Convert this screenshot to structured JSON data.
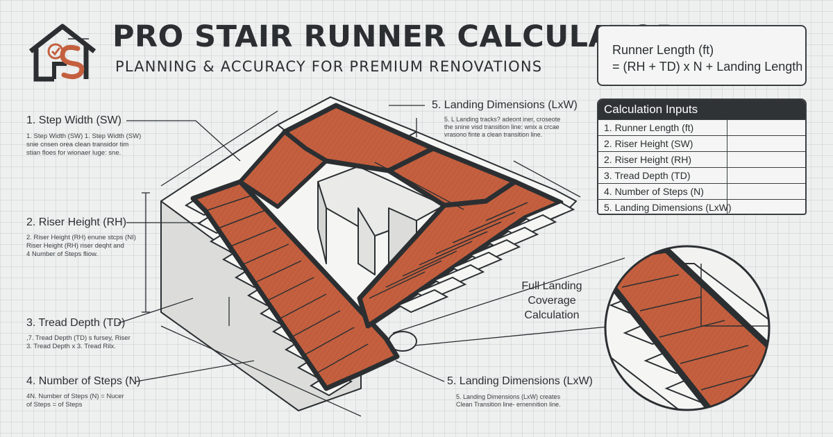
{
  "header": {
    "title": "PRO STAIR RUNNER CALCULATOR",
    "subtitle": "PLANNING & ACCURACY FOR PREMIUM RENOVATIONS"
  },
  "formula": {
    "line1": "Runner Length (ft)",
    "line2": "= (RH + TD) x N + Landing Length"
  },
  "inputs": {
    "heading": "Calculation Inputs",
    "rows": [
      {
        "label": "1. Runner Length (ft)",
        "value": ""
      },
      {
        "label": "2. Riser Height (SW)",
        "value": ""
      },
      {
        "label": "2. Riser Height (RH)",
        "value": ""
      },
      {
        "label": "3. Tread Depth (TD)",
        "value": ""
      },
      {
        "label": "4. Number of Steps (N)",
        "value": ""
      },
      {
        "label": "5. Landing Dimensions (LxW)",
        "value": ""
      }
    ]
  },
  "callouts": {
    "step_width": {
      "label": "1. Step Width (SW)",
      "note1": "1. Step Width (SW)  1. Step Width (SW)",
      "note2": "snie cnsen orea clean transidor tim",
      "note3": "stian floes for wionaer luge: sne."
    },
    "riser_height": {
      "label": "2. Riser Height (RH)",
      "note1": "2. Riser Height (RH) enune stcps (NI)",
      "note2": "Riser Height (RH) riser deqht and",
      "note3": "4 Number of Steps fliow."
    },
    "tread_depth": {
      "label": "3. Tread Depth (TD)",
      "note1": ",7. Tread Depth (TD) s fursey, Riser",
      "note2": "3. Tread Depth x 3. Tread Rilx."
    },
    "num_steps": {
      "label": "4. Number of Steps (N)",
      "note1": "4N. Number of Steps (N) = Nucer",
      "note2": "of Steps = of Steps"
    },
    "landing_top": {
      "label": "5. Landing Dimensions (LxW)",
      "note1": "5. L Landing tracks? adeont iner, croseote",
      "note2": "the snine visd transition line: wnix a crcae",
      "note3": "vrasono finte a clean transition line."
    },
    "landing_bottom": {
      "label": "5. Landing Dimensions (LxW)",
      "note1": "5. Landing Dimensions (LxW) creates",
      "note2": "Clean Transition line- ernennition line."
    },
    "coverage": {
      "line1": "Full Landing",
      "line2": "Coverage",
      "line3": "Calculation"
    }
  },
  "colors": {
    "runner": "#c4603f",
    "runner_border": "#2b2f32",
    "stair_face": "#f4f4f2",
    "stair_side": "#d9dad8",
    "ink": "#2b2f32",
    "logo_accent": "#c4603f"
  }
}
